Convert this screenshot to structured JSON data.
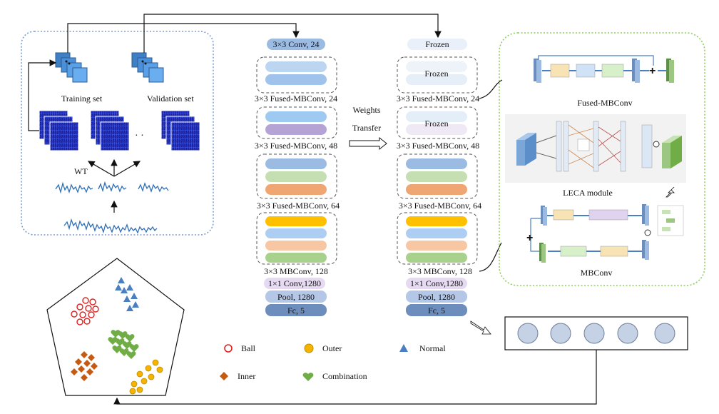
{
  "panel_left": {
    "training_set": "Training set",
    "validation_set": "Validation set",
    "wt": "WT",
    "ellipsis": "·  ·"
  },
  "network_left": {
    "top_conv": "3×3 Conv, 24",
    "stage1": "3×3 Fused-MBConv, 24",
    "stage2": "3×3 Fused-MBConv, 48",
    "stage3": "3×3 Fused-MBConv,  64",
    "stage4": "3×3 MBConv,  128",
    "conv1x1": "1×1 Conv,1280",
    "pool": "Pool, 1280",
    "fc": "Fc, 5"
  },
  "transfer": {
    "line1": "Weights",
    "line2": "Transfer"
  },
  "network_right": {
    "frozen_top": "Frozen",
    "frozen_1": "Frozen",
    "stage1": "3×3 Fused-MBConv, 24",
    "frozen_2": "Frozen",
    "stage2": "3×3 Fused-MBConv, 48",
    "stage3": "3×3 Fused-MBConv,  64",
    "stage4": "3×3 MBConv,  128",
    "conv1x1": "1×1 Conv,1280",
    "pool": "Pool, 1280",
    "fc": "Fc, 5"
  },
  "modules": {
    "fused_mbconv": "Fused-MBConv",
    "leca": "LECA module",
    "mbconv": "MBConv"
  },
  "legend": {
    "ball": "Ball",
    "outer": "Outer",
    "normal": "Normal",
    "inner": "Inner",
    "combination": "Combination"
  },
  "colors": {
    "blue_box": "#9bbbe3",
    "purple": "#b4a3d4",
    "green": "#b7d7a8",
    "orange": "#f0a673",
    "yellow": "#ffc000",
    "light_blue": "#aecdf3",
    "peach": "#f7c6a3",
    "conv1x1": "#e6d9f2",
    "pool": "#b4c7e7",
    "fc": "#6d8dbd",
    "ball": "#e02020",
    "outer": "#f5b400",
    "normal": "#4a7fc1",
    "inner": "#c55a11",
    "combination": "#70ad47"
  }
}
